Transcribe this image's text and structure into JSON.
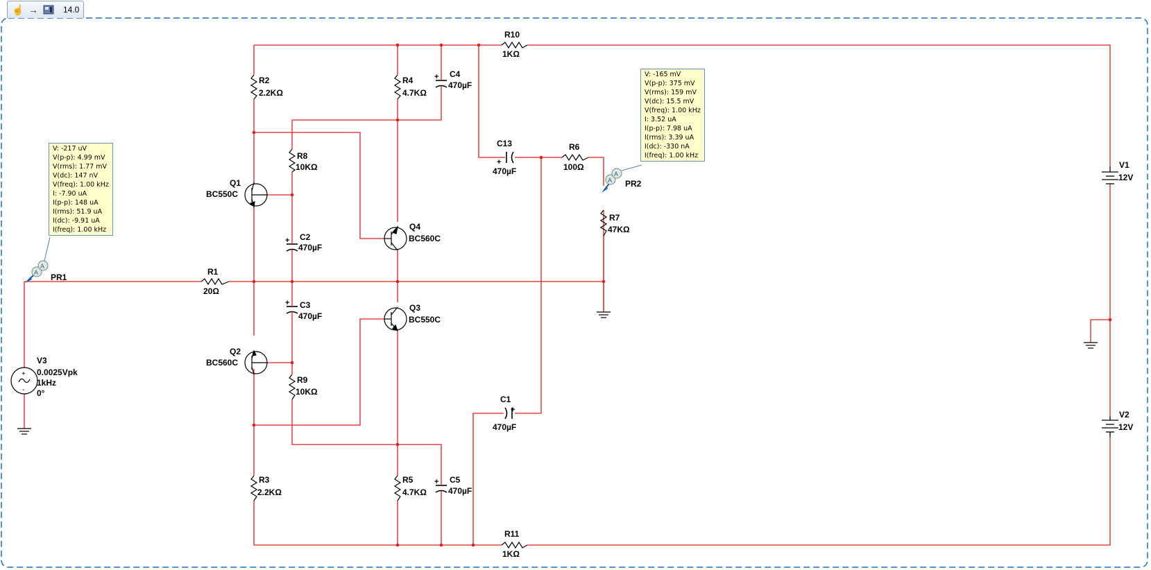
{
  "toolbar": {
    "hand_icon": "hand-pointer-icon",
    "arrow_icon": "arrow-right-icon",
    "instrument_icon": "instrument-icon",
    "zoom": "14.0"
  },
  "colors": {
    "wire": "#e02020",
    "component": "#000000",
    "border": "#1f6fbf",
    "probe_bg": "#ffffcc"
  },
  "components": {
    "R10": {
      "name": "R10",
      "value": "1KΩ"
    },
    "R2": {
      "name": "R2",
      "value": "2.2KΩ"
    },
    "R4": {
      "name": "R4",
      "value": "4.7KΩ"
    },
    "C4": {
      "name": "C4",
      "value": "470µF"
    },
    "R8": {
      "name": "R8",
      "value": "10KΩ"
    },
    "Q1": {
      "name": "Q1",
      "value": "BC550C"
    },
    "C13": {
      "name": "C13",
      "value": "470µF"
    },
    "R6": {
      "name": "R6",
      "value": "100Ω"
    },
    "R7": {
      "name": "R7",
      "value": "47KΩ"
    },
    "C2": {
      "name": "C2",
      "value": "470µF"
    },
    "Q4": {
      "name": "Q4",
      "value": "BC560C"
    },
    "R1": {
      "name": "R1",
      "value": "20Ω"
    },
    "C3": {
      "name": "C3",
      "value": "470µF"
    },
    "Q3": {
      "name": "Q3",
      "value": "BC550C"
    },
    "Q2": {
      "name": "Q2",
      "value": "BC560C"
    },
    "R9": {
      "name": "R9",
      "value": "10KΩ"
    },
    "C1": {
      "name": "C1",
      "value": "470µF"
    },
    "R3": {
      "name": "R3",
      "value": "2.2KΩ"
    },
    "R5": {
      "name": "R5",
      "value": "4.7KΩ"
    },
    "C5": {
      "name": "C5",
      "value": "470µF"
    },
    "R11": {
      "name": "R11",
      "value": "1KΩ"
    },
    "V1": {
      "name": "V1",
      "value": "12V"
    },
    "V2": {
      "name": "V2",
      "value": "12V"
    },
    "V3": {
      "name": "V3",
      "amplitude": "0.0025Vpk",
      "freq": "1kHz",
      "phase": "0°"
    }
  },
  "probes": {
    "PR1": {
      "name": "PR1",
      "readings": [
        "V: -217 uV",
        "V(p-p): 4.99 mV",
        "V(rms): 1.77 mV",
        "V(dc): 147 nV",
        "V(freq): 1.00 kHz",
        "I: -7.90 uA",
        "I(p-p): 148 uA",
        "I(rms): 51.9 uA",
        "I(dc): -9.91 uA",
        "I(freq): 1.00 kHz"
      ]
    },
    "PR2": {
      "name": "PR2",
      "readings": [
        "V: -165 mV",
        "V(p-p): 375 mV",
        "V(rms): 159 mV",
        "V(dc): 15.5 mV",
        "V(freq): 1.00 kHz",
        "I: 3.52 uA",
        "I(p-p): 7.98 uA",
        "I(rms): 3.39 uA",
        "I(dc): -330 nA",
        "I(freq): 1.00 kHz"
      ]
    },
    "probe_symbol": "A"
  }
}
